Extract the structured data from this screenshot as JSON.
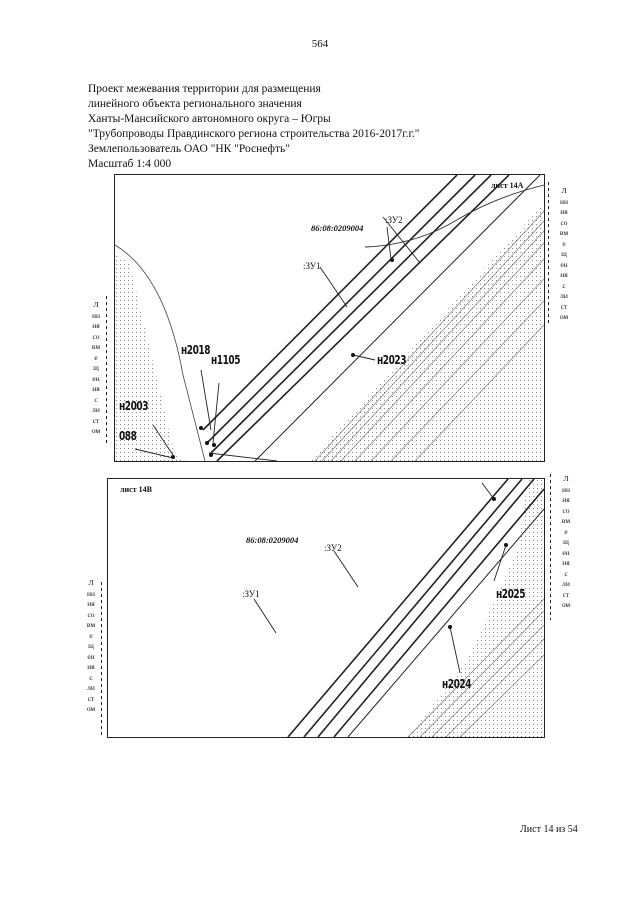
{
  "page_number": "564",
  "header": {
    "lines": [
      "Проект межевания территории для размещения",
      "линейного объекта регионального значения",
      "Ханты-Мансийского автономного округа – Югры",
      "\"Трубопроводы Правдинского региона строительства 2016-2017г.г.\"",
      "Землепользователь ОАО \"НК \"Роснефть\"",
      "Масштаб 1:4 000"
    ]
  },
  "map_a": {
    "sheet_label": "лист 14А",
    "cadastral": "86:08:0209004",
    "zu1": ":ЗУ1",
    "zu2": ":ЗУ2",
    "points": {
      "n2018": "н2018",
      "n1105": "н1105",
      "n2023": "н2023",
      "n2003": "н2003",
      "p088": "088"
    },
    "left_side": [
      "Л",
      "ин",
      "ия",
      "со",
      "вм",
      "е",
      "щ",
      "ен",
      "ия",
      "с",
      "ли",
      "ст",
      "ом"
    ],
    "right_side": [
      "Л",
      "ин",
      "ия",
      "со",
      "вм",
      "е",
      "щ",
      "ен",
      "ия",
      "с",
      "ли",
      "ст",
      "ом"
    ]
  },
  "map_b": {
    "sheet_label": "лист 14В",
    "cadastral": "86:08:0209004",
    "zu1": ":ЗУ1",
    "zu2": ":ЗУ2",
    "points": {
      "n2025": "н2025",
      "n2024": "н2024"
    },
    "left_side": [
      "Л",
      "ин",
      "ия",
      "со",
      "вм",
      "е",
      "щ",
      "ен",
      "ия",
      "с",
      "ли",
      "ст",
      "ом"
    ],
    "right_side": [
      "Л",
      "ин",
      "ия",
      "со",
      "вм",
      "е",
      "щ",
      "ен",
      "ия",
      "с",
      "ли",
      "ст",
      "ом"
    ]
  },
  "footer": "Лист 14 из 54"
}
